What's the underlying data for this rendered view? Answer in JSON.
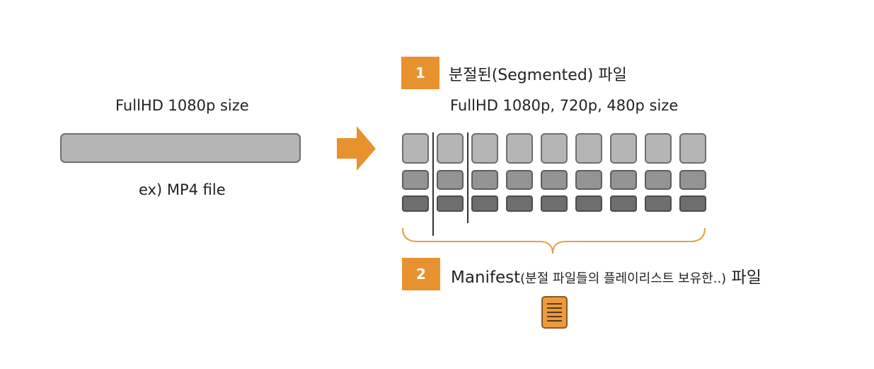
{
  "source": {
    "label": "FullHD 1080p size",
    "caption": "ex) MP4 file"
  },
  "segmented": {
    "badge": "1",
    "title": "분절된(Segmented) 파일",
    "sizes": "FullHD 1080p, 720p, 480p size",
    "rows": [
      {
        "fill": "#b5b5b5",
        "border": "#6f6f6f"
      },
      {
        "fill": "#939393",
        "border": "#5e5e5e"
      },
      {
        "fill": "#6e6e6e",
        "border": "#4c4c4c"
      }
    ],
    "segment_count": 9
  },
  "manifest": {
    "badge": "2",
    "title_main": "Manifest",
    "title_paren": "(분절 파일들의 플레이리스트 보유한..)",
    "title_end": " 파일"
  },
  "colors": {
    "accent": "#e8922f",
    "brace": "#e0a24a",
    "doc_fill": "#eb9a3f"
  },
  "icons": {
    "arrow": "right-arrow-icon",
    "document": "document-icon"
  }
}
